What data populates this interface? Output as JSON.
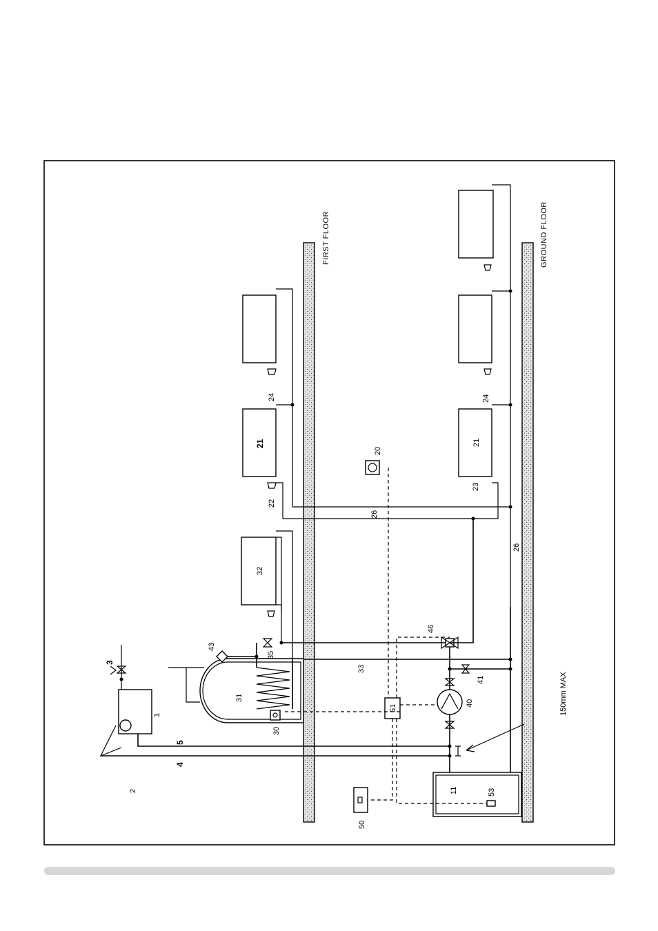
{
  "diagram": {
    "floors": {
      "first": "FIRST FLOOR",
      "ground": "GROUND FLOOR"
    },
    "dimension_note": "150mm MAX",
    "components": {
      "feed_expansion_tank": "1",
      "ball_valve": "2",
      "cold_feed_valve": "3",
      "feed_pipe": "4",
      "vent_pipe": "5",
      "boiler": "11",
      "room_thermostat": "20",
      "radiator_first_floor": "21",
      "radiator_ground_floor": "21",
      "lockshield_valve": "22",
      "trv": "23",
      "radiator_valve_first": "24",
      "radiator_valve_ground": "24",
      "bypass_label_upper": "26",
      "bypass_label_lower": "26",
      "cylinder_thermostat": "30",
      "hot_water_cylinder": "31",
      "towel_radiator": "32",
      "return_pipe": "33",
      "valve_35": "35",
      "pump": "40",
      "drain_valve": "41",
      "auto_air_vent": "43",
      "three_port_valve": "46",
      "programmer": "50",
      "wiring_centre": "51",
      "boiler_control": "53"
    }
  }
}
